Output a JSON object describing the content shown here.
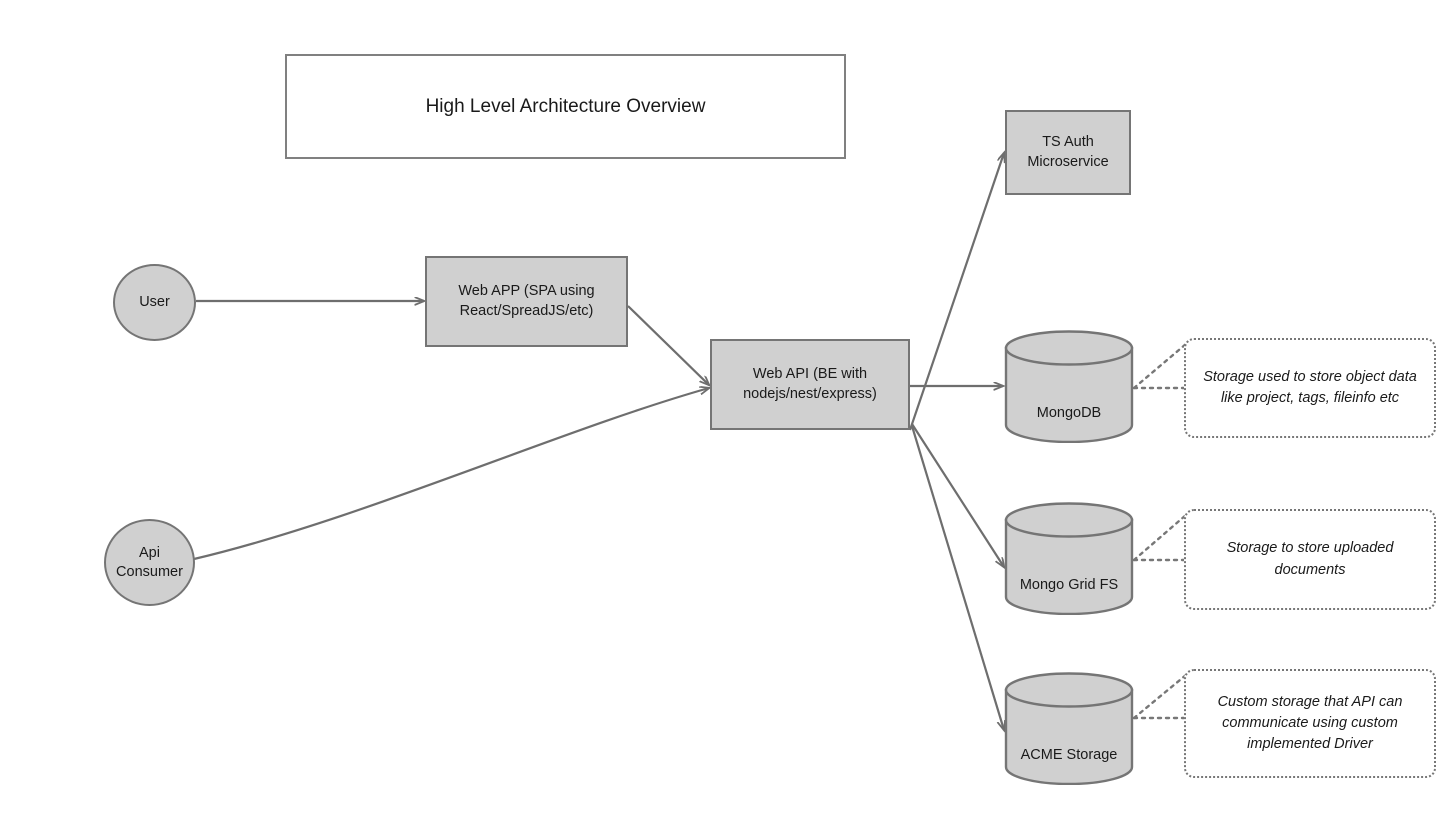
{
  "diagram": {
    "title": "High Level Architecture Overview",
    "background_color": "#ffffff",
    "node_fill": "#d0d0d0",
    "node_stroke": "#757575",
    "edge_color": "#6e6e6e",
    "note_stroke": "#777777"
  },
  "nodes": {
    "title_box": {
      "label": "High Level Architecture Overview"
    },
    "user": {
      "label": "User"
    },
    "api_consumer": {
      "label": "Api\nConsumer"
    },
    "web_app": {
      "label": "Web APP (SPA using\nReact/SpreadJS/etc)"
    },
    "web_api": {
      "label": "Web API (BE with\nnodejs/nest/express)"
    },
    "ts_auth": {
      "label": "TS Auth\nMicroservice"
    },
    "mongodb": {
      "label": "MongoDB"
    },
    "mongo_grid_fs": {
      "label": "Mongo Grid FS"
    },
    "acme_storage": {
      "label": "ACME Storage"
    }
  },
  "notes": {
    "mongodb_note": {
      "label": "Storage used to store object data\nlike project, tags, fileinfo etc"
    },
    "gridfs_note": {
      "label": "Storage to store uploaded\ndocuments"
    },
    "acme_note": {
      "label": "Custom storage that API can\ncommunicate using custom\nimplemented Driver"
    }
  },
  "edges": [
    {
      "name": "user-to-web-app",
      "from": "user",
      "to": "web_app",
      "style": "solid-arrow"
    },
    {
      "name": "web-app-to-web-api",
      "from": "web_app",
      "to": "web_api",
      "style": "solid-arrow"
    },
    {
      "name": "api-consumer-to-web-api",
      "from": "api_consumer",
      "to": "web_api",
      "style": "curved-arrow"
    },
    {
      "name": "web-api-to-ts-auth",
      "from": "web_api",
      "to": "ts_auth",
      "style": "solid-arrow"
    },
    {
      "name": "web-api-to-mongodb",
      "from": "web_api",
      "to": "mongodb",
      "style": "solid-arrow"
    },
    {
      "name": "web-api-to-mongo-grid-fs",
      "from": "web_api",
      "to": "mongo_grid_fs",
      "style": "solid-arrow"
    },
    {
      "name": "web-api-to-acme-storage",
      "from": "web_api",
      "to": "acme_storage",
      "style": "solid-arrow"
    },
    {
      "name": "mongodb-to-note",
      "from": "mongodb",
      "to": "mongodb_note",
      "style": "dotted"
    },
    {
      "name": "mongo-grid-fs-to-note",
      "from": "mongo_grid_fs",
      "to": "gridfs_note",
      "style": "dotted"
    },
    {
      "name": "acme-storage-to-note",
      "from": "acme_storage",
      "to": "acme_note",
      "style": "dotted"
    }
  ]
}
